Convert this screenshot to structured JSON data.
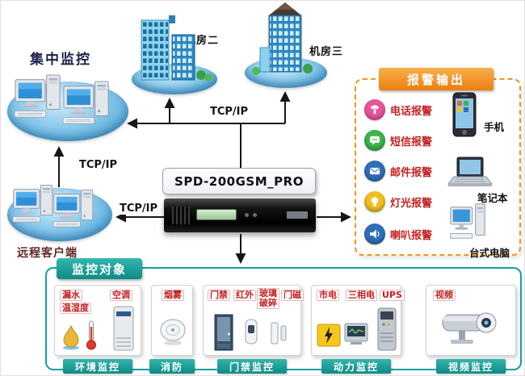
{
  "device": {
    "title": "SPD-200GSM_PRO"
  },
  "links": {
    "tcpip_label": "TCP/IP"
  },
  "nodes": {
    "central_monitor": "集中监控",
    "room2": "机房二",
    "room3": "机房三",
    "remote_client": "远程客户端"
  },
  "alarm_panel": {
    "title": "报警输出",
    "items": [
      {
        "label": "电话报警",
        "icon": "telephone-alarm-icon",
        "color": "#e8559a"
      },
      {
        "label": "短信报警",
        "icon": "sms-alarm-icon",
        "color": "#3cb54a"
      },
      {
        "label": "邮件报警",
        "icon": "email-alarm-icon",
        "color": "#2f6fb8"
      },
      {
        "label": "灯光报警",
        "icon": "light-alarm-icon",
        "color": "#f0c020"
      },
      {
        "label": "喇叭报警",
        "icon": "horn-alarm-icon",
        "color": "#2f6fb8"
      }
    ],
    "devices": [
      {
        "label": "手机"
      },
      {
        "label": "笔记本"
      },
      {
        "label": "台式电脑"
      }
    ]
  },
  "monitor_section": {
    "title": "监控对象",
    "groups": [
      {
        "label": "环境监控",
        "items": [
          "漏水",
          "温湿度",
          "空调"
        ]
      },
      {
        "label": "消防",
        "items": [
          "烟雾"
        ]
      },
      {
        "label": "门禁监控",
        "items": [
          "门禁",
          "红外",
          "玻璃破碎",
          "门磁"
        ]
      },
      {
        "label": "动力监控",
        "items": [
          "市电",
          "三相电",
          "UPS"
        ]
      },
      {
        "label": "视频监控",
        "items": [
          "视频"
        ]
      }
    ]
  },
  "colors": {
    "accent_orange": "#f0941e",
    "accent_teal": "#16a0a0",
    "alarm_text": "#c42222",
    "platform_blue": "#2e8fc8"
  }
}
